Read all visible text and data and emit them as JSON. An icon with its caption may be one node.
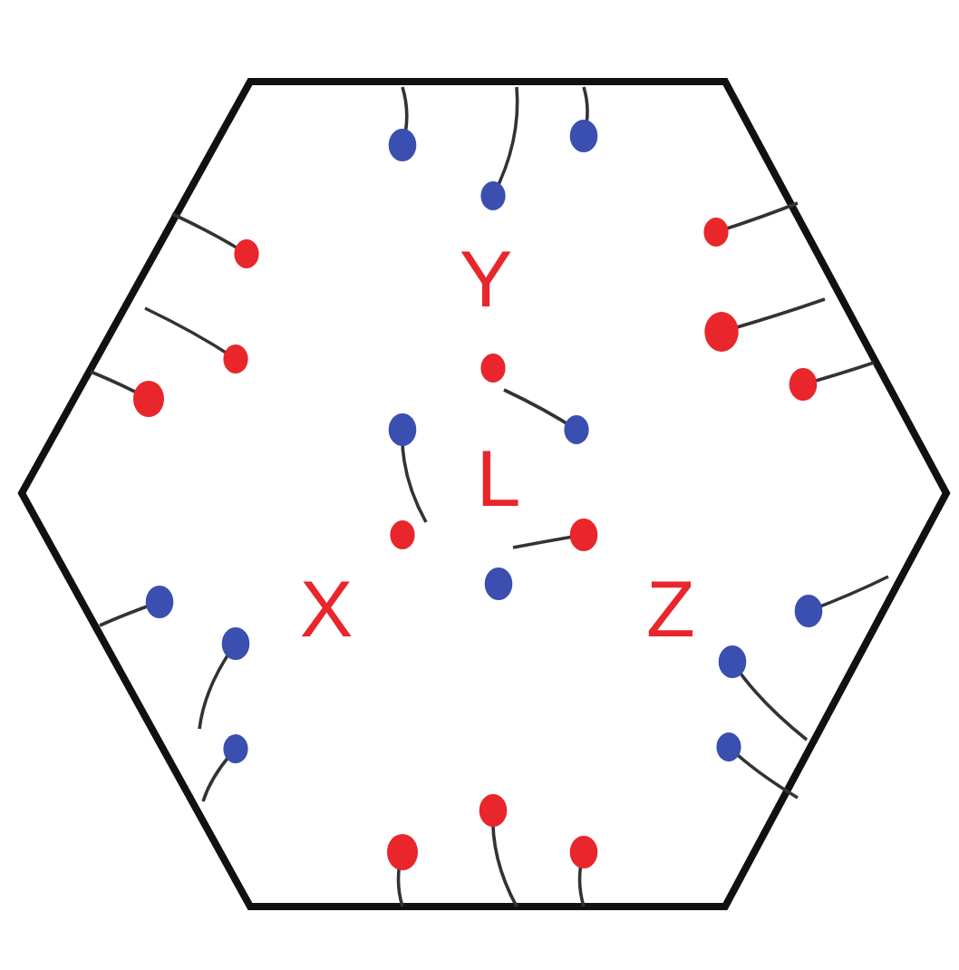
{
  "diagram": {
    "labels": [
      "Y",
      "L",
      "X",
      "Z"
    ]
  }
}
